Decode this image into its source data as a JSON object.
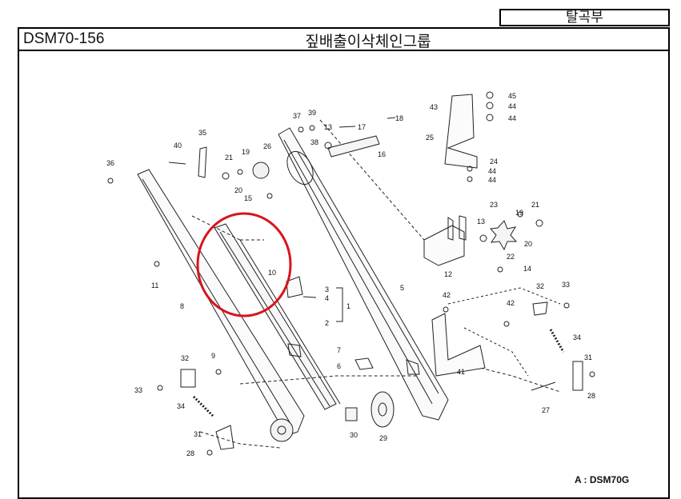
{
  "header": {
    "category": "탈곡부",
    "model_code": "DSM70-156",
    "title": "짚배출이삭체인그룹"
  },
  "footnote": "A : DSM70G",
  "highlight_color": "#d9141b",
  "part_labels": [
    "45",
    "44",
    "44",
    "43",
    "25",
    "24",
    "44",
    "44",
    "23",
    "21",
    "19",
    "20",
    "22",
    "13",
    "12",
    "14",
    "18",
    "17",
    "16",
    "39",
    "37",
    "13",
    "38",
    "35",
    "40",
    "21",
    "19",
    "26",
    "20",
    "15",
    "36",
    "11",
    "10",
    "3",
    "4",
    "1",
    "2",
    "8",
    "5",
    "7",
    "6",
    "42",
    "42",
    "41",
    "32",
    "33",
    "34",
    "31",
    "28",
    "27",
    "9",
    "32",
    "33",
    "34",
    "31",
    "28",
    "30",
    "29"
  ]
}
